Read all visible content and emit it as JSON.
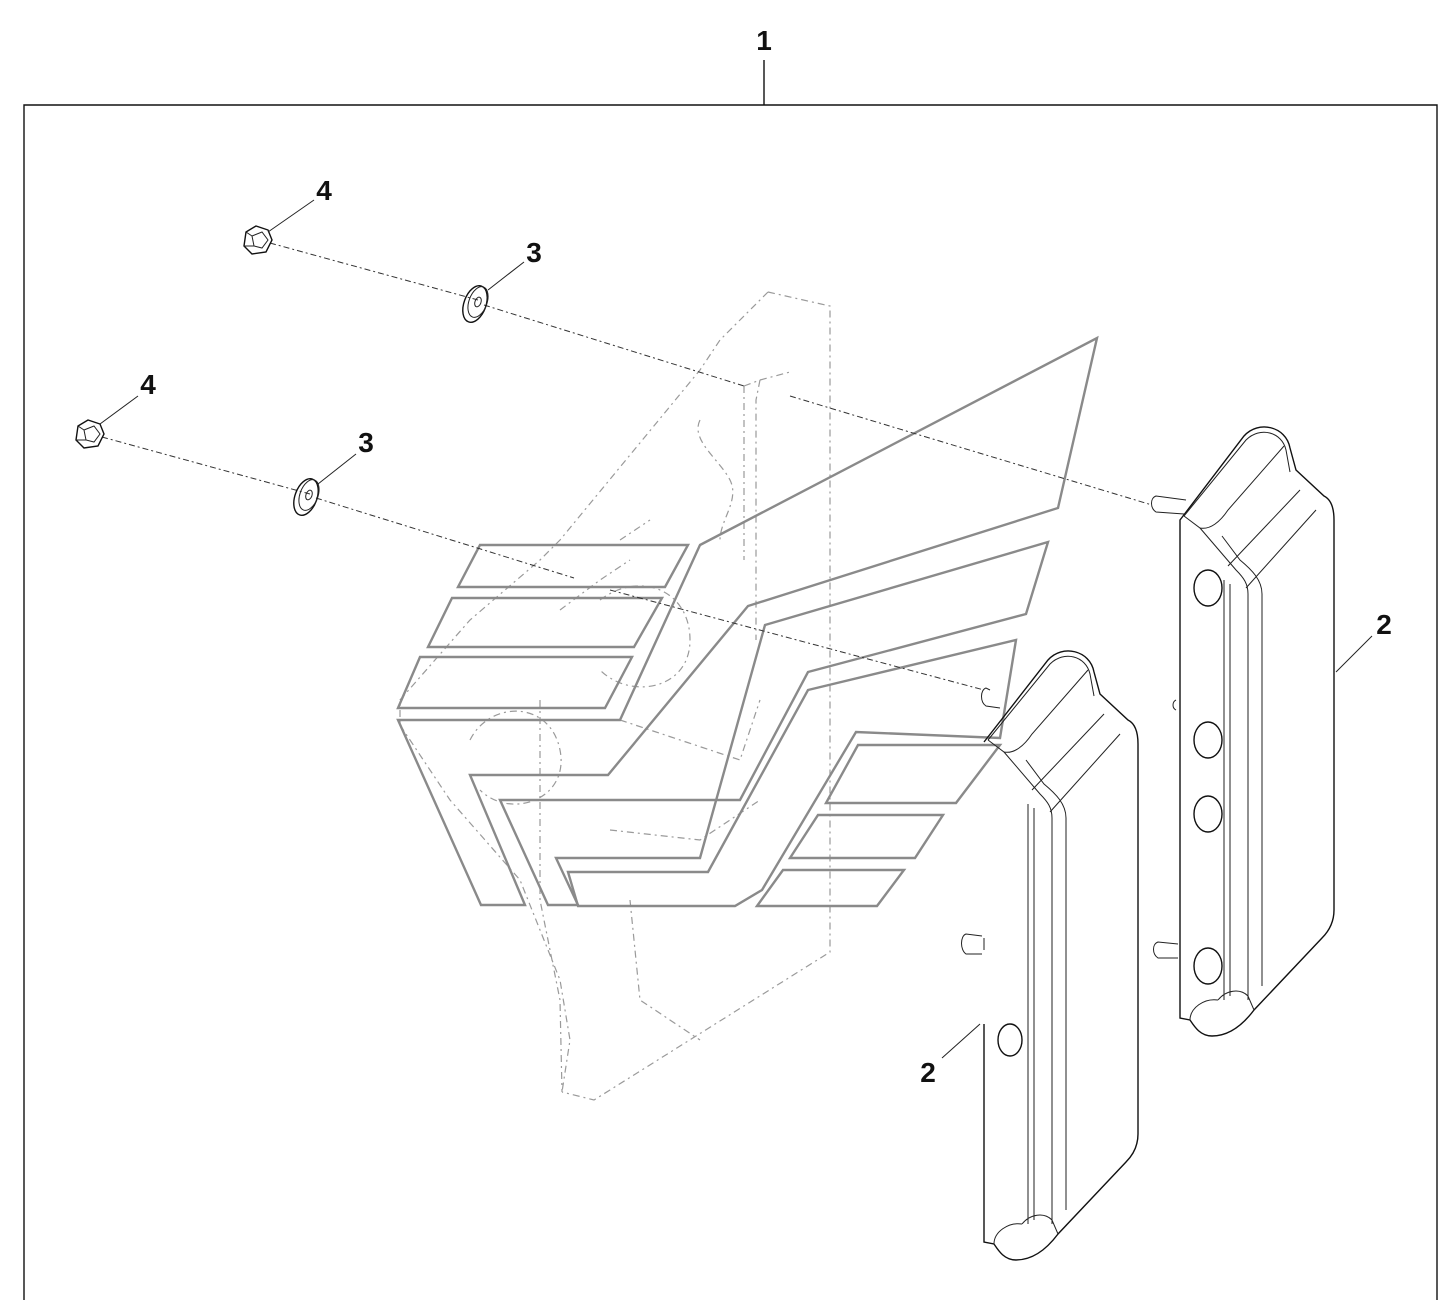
{
  "diagram": {
    "type": "exploded-parts-diagram",
    "callouts": {
      "assembly": "1",
      "guide_upper": "2",
      "guide_lower": "2",
      "washer_upper": "3",
      "washer_lower": "3",
      "nut_upper": "4",
      "nut_lower": "4"
    },
    "colors": {
      "line": "#111111",
      "phantom": "#9a9a9a",
      "watermark": "#8a8a8a",
      "background": "#ffffff"
    }
  }
}
